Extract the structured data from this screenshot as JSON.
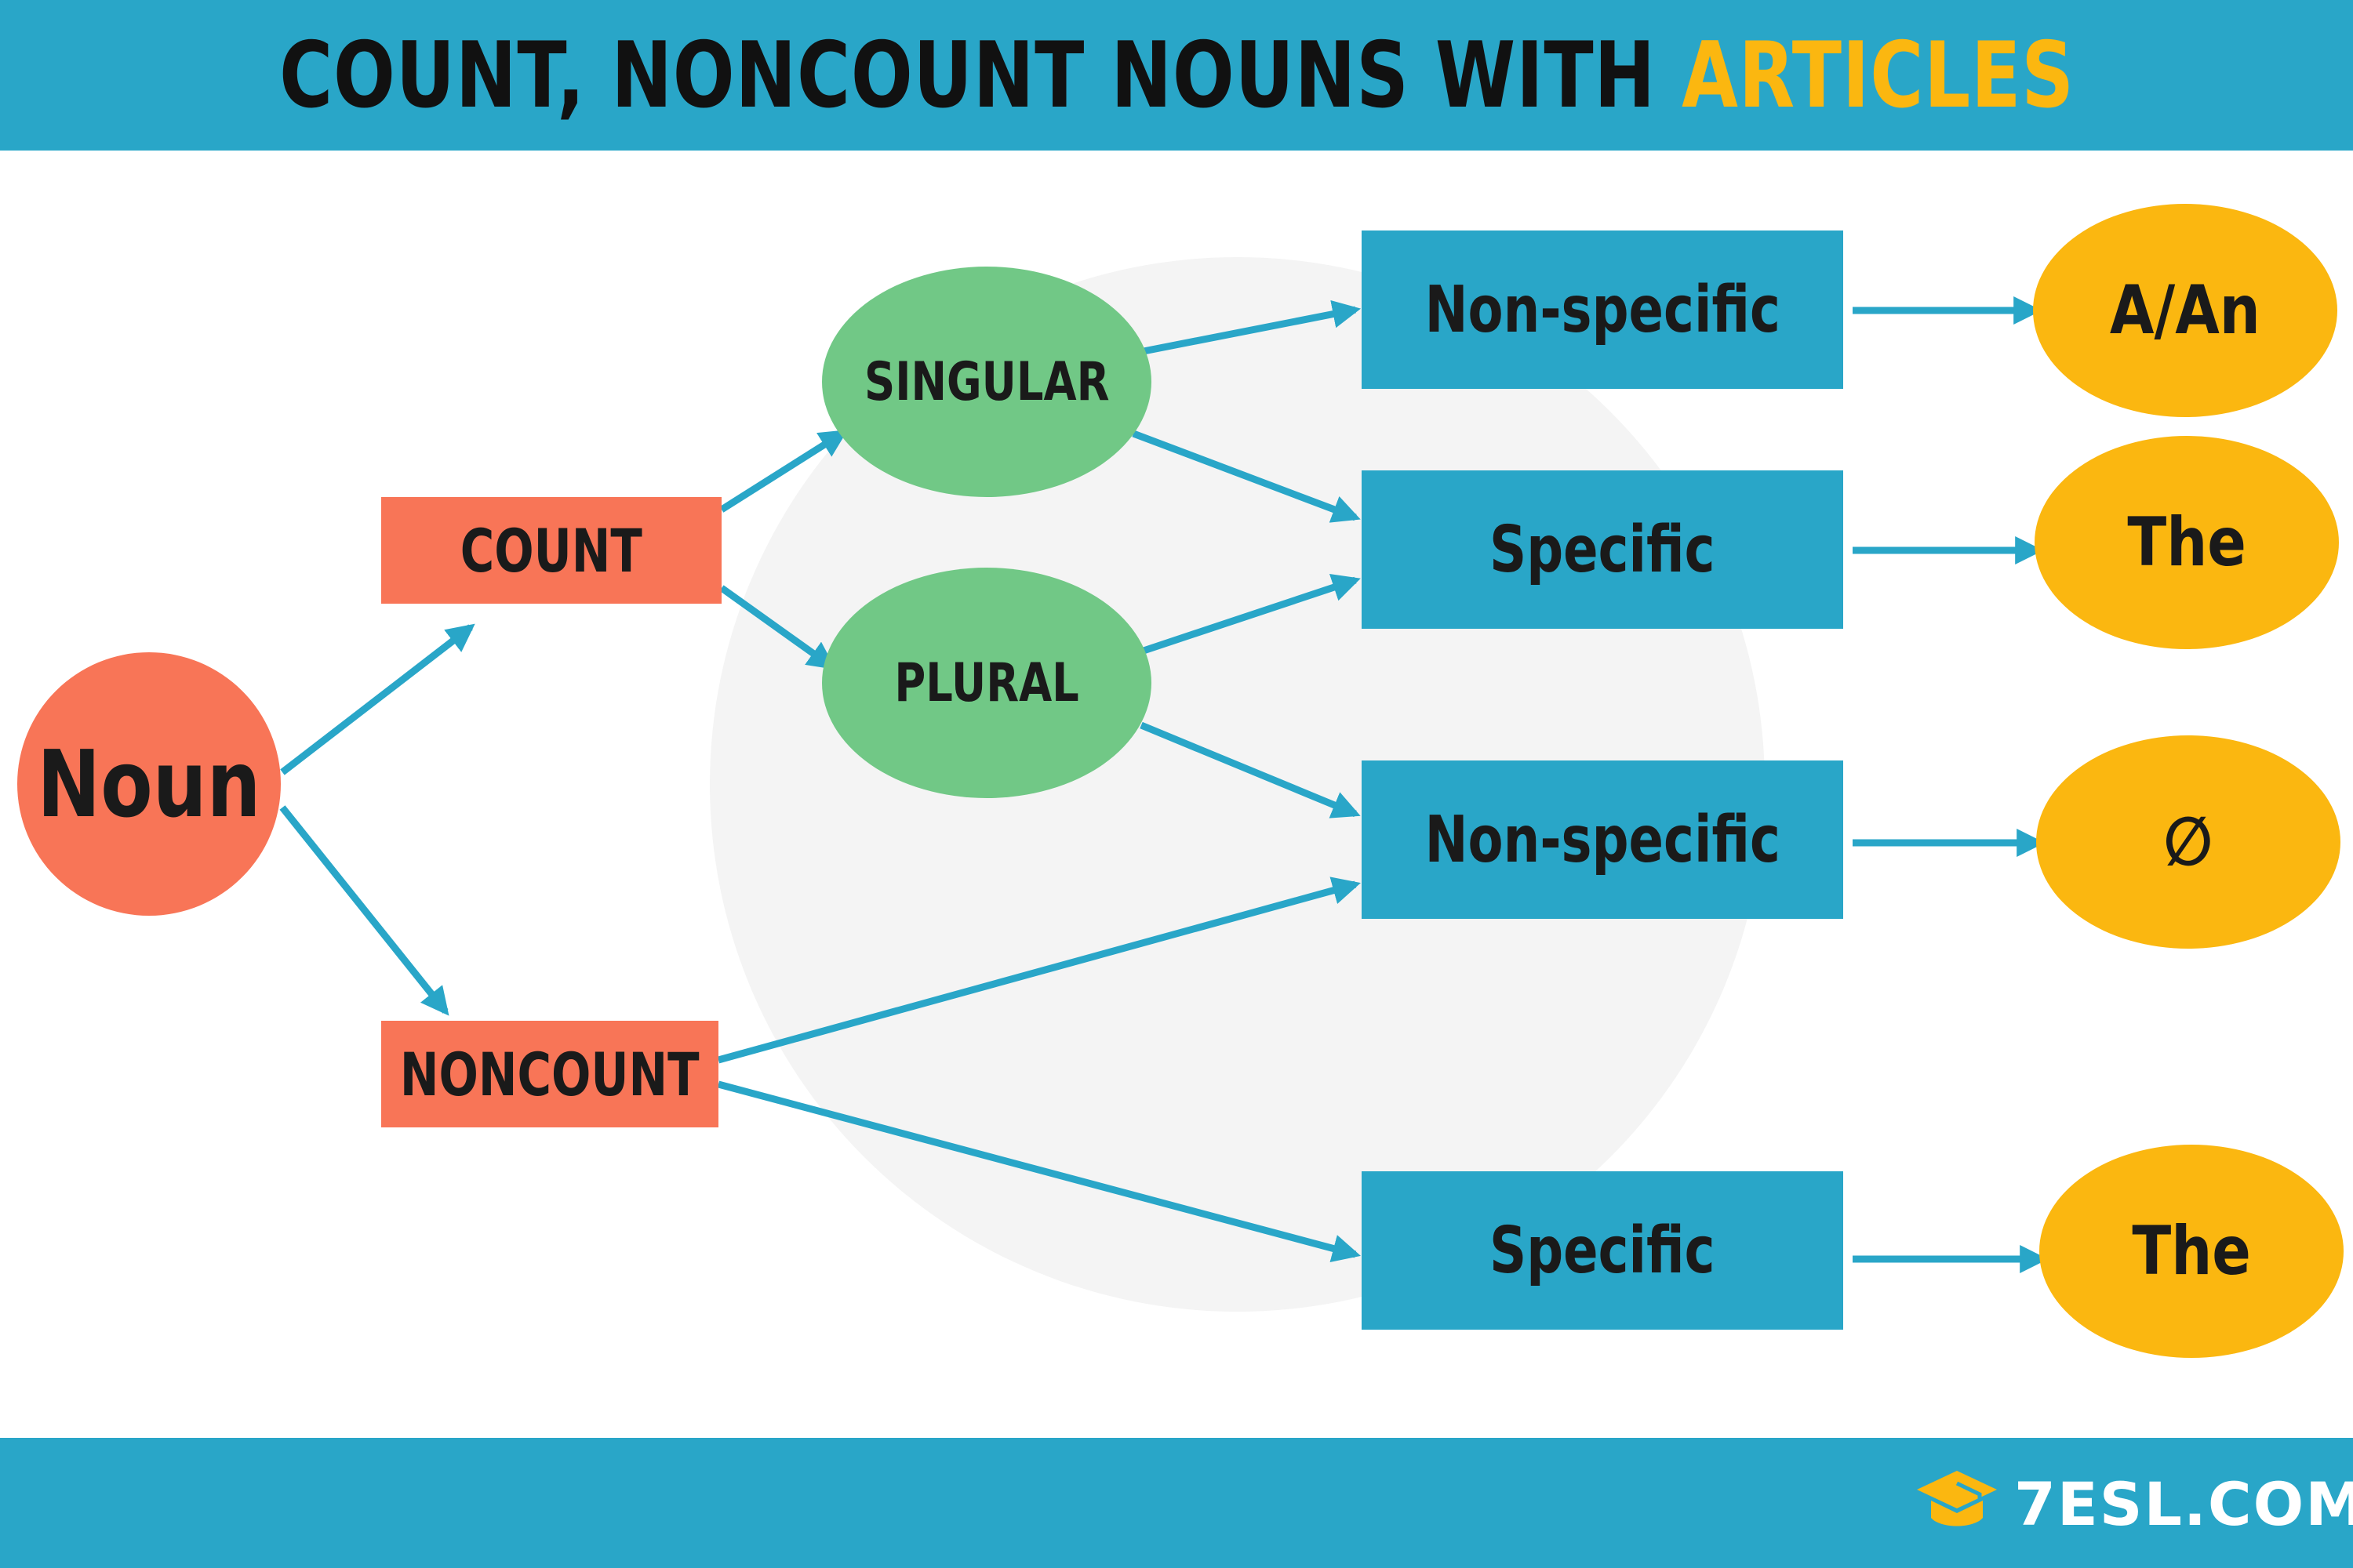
{
  "title": {
    "main": "COUNT, NONCOUNT NOUNS WITH",
    "accent": "ARTICLES"
  },
  "nodes": {
    "noun": "Noun",
    "count": "COUNT",
    "noncount": "NONCOUNT",
    "singular": "SINGULAR",
    "plural": "PLURAL",
    "nonspecific_1": "Non-specific",
    "specific_1": "Specific",
    "nonspecific_2": "Non-specific",
    "specific_2": "Specific",
    "article_a_an": "A/An",
    "article_the_1": "The",
    "article_zero": "∅",
    "article_the_2": "The"
  },
  "logo": {
    "text": "7ESL.COM",
    "icon": "graduation-cap-icon"
  },
  "colors": {
    "banner": "#29a6c8",
    "accent": "#fbb710",
    "noun_nodes": "#f87557",
    "number_nodes": "#71c886",
    "specificity_nodes": "#29a6c8",
    "article_nodes": "#fbb710",
    "arrows": "#29a6c8"
  }
}
